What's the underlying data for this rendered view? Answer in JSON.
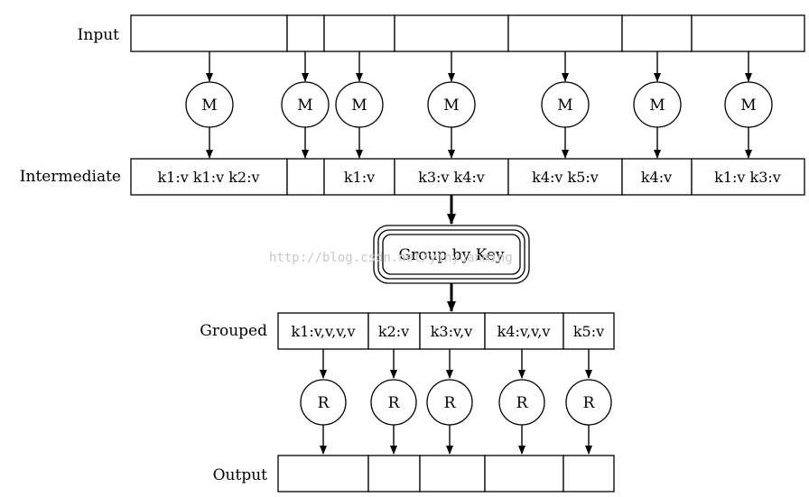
{
  "rows": {
    "input": {
      "label": "Input"
    },
    "intermediate": {
      "label": "Intermediate",
      "cells": [
        "k1:v k1:v k2:v",
        "",
        "k1:v",
        "k3:v k4:v",
        "k4:v k5:v",
        "k4:v",
        "k1:v k3:v"
      ]
    },
    "grouped": {
      "label": "Grouped",
      "cells": [
        "k1:v,v,v,v",
        "k2:v",
        "k3:v,v",
        "k4:v,v,v",
        "k5:v"
      ]
    },
    "output": {
      "label": "Output"
    }
  },
  "map_node_label": "M",
  "reduce_node_label": "R",
  "group_node_label": "Group by Key",
  "watermark": "http://blog.csdn.net/yinyuanming"
}
